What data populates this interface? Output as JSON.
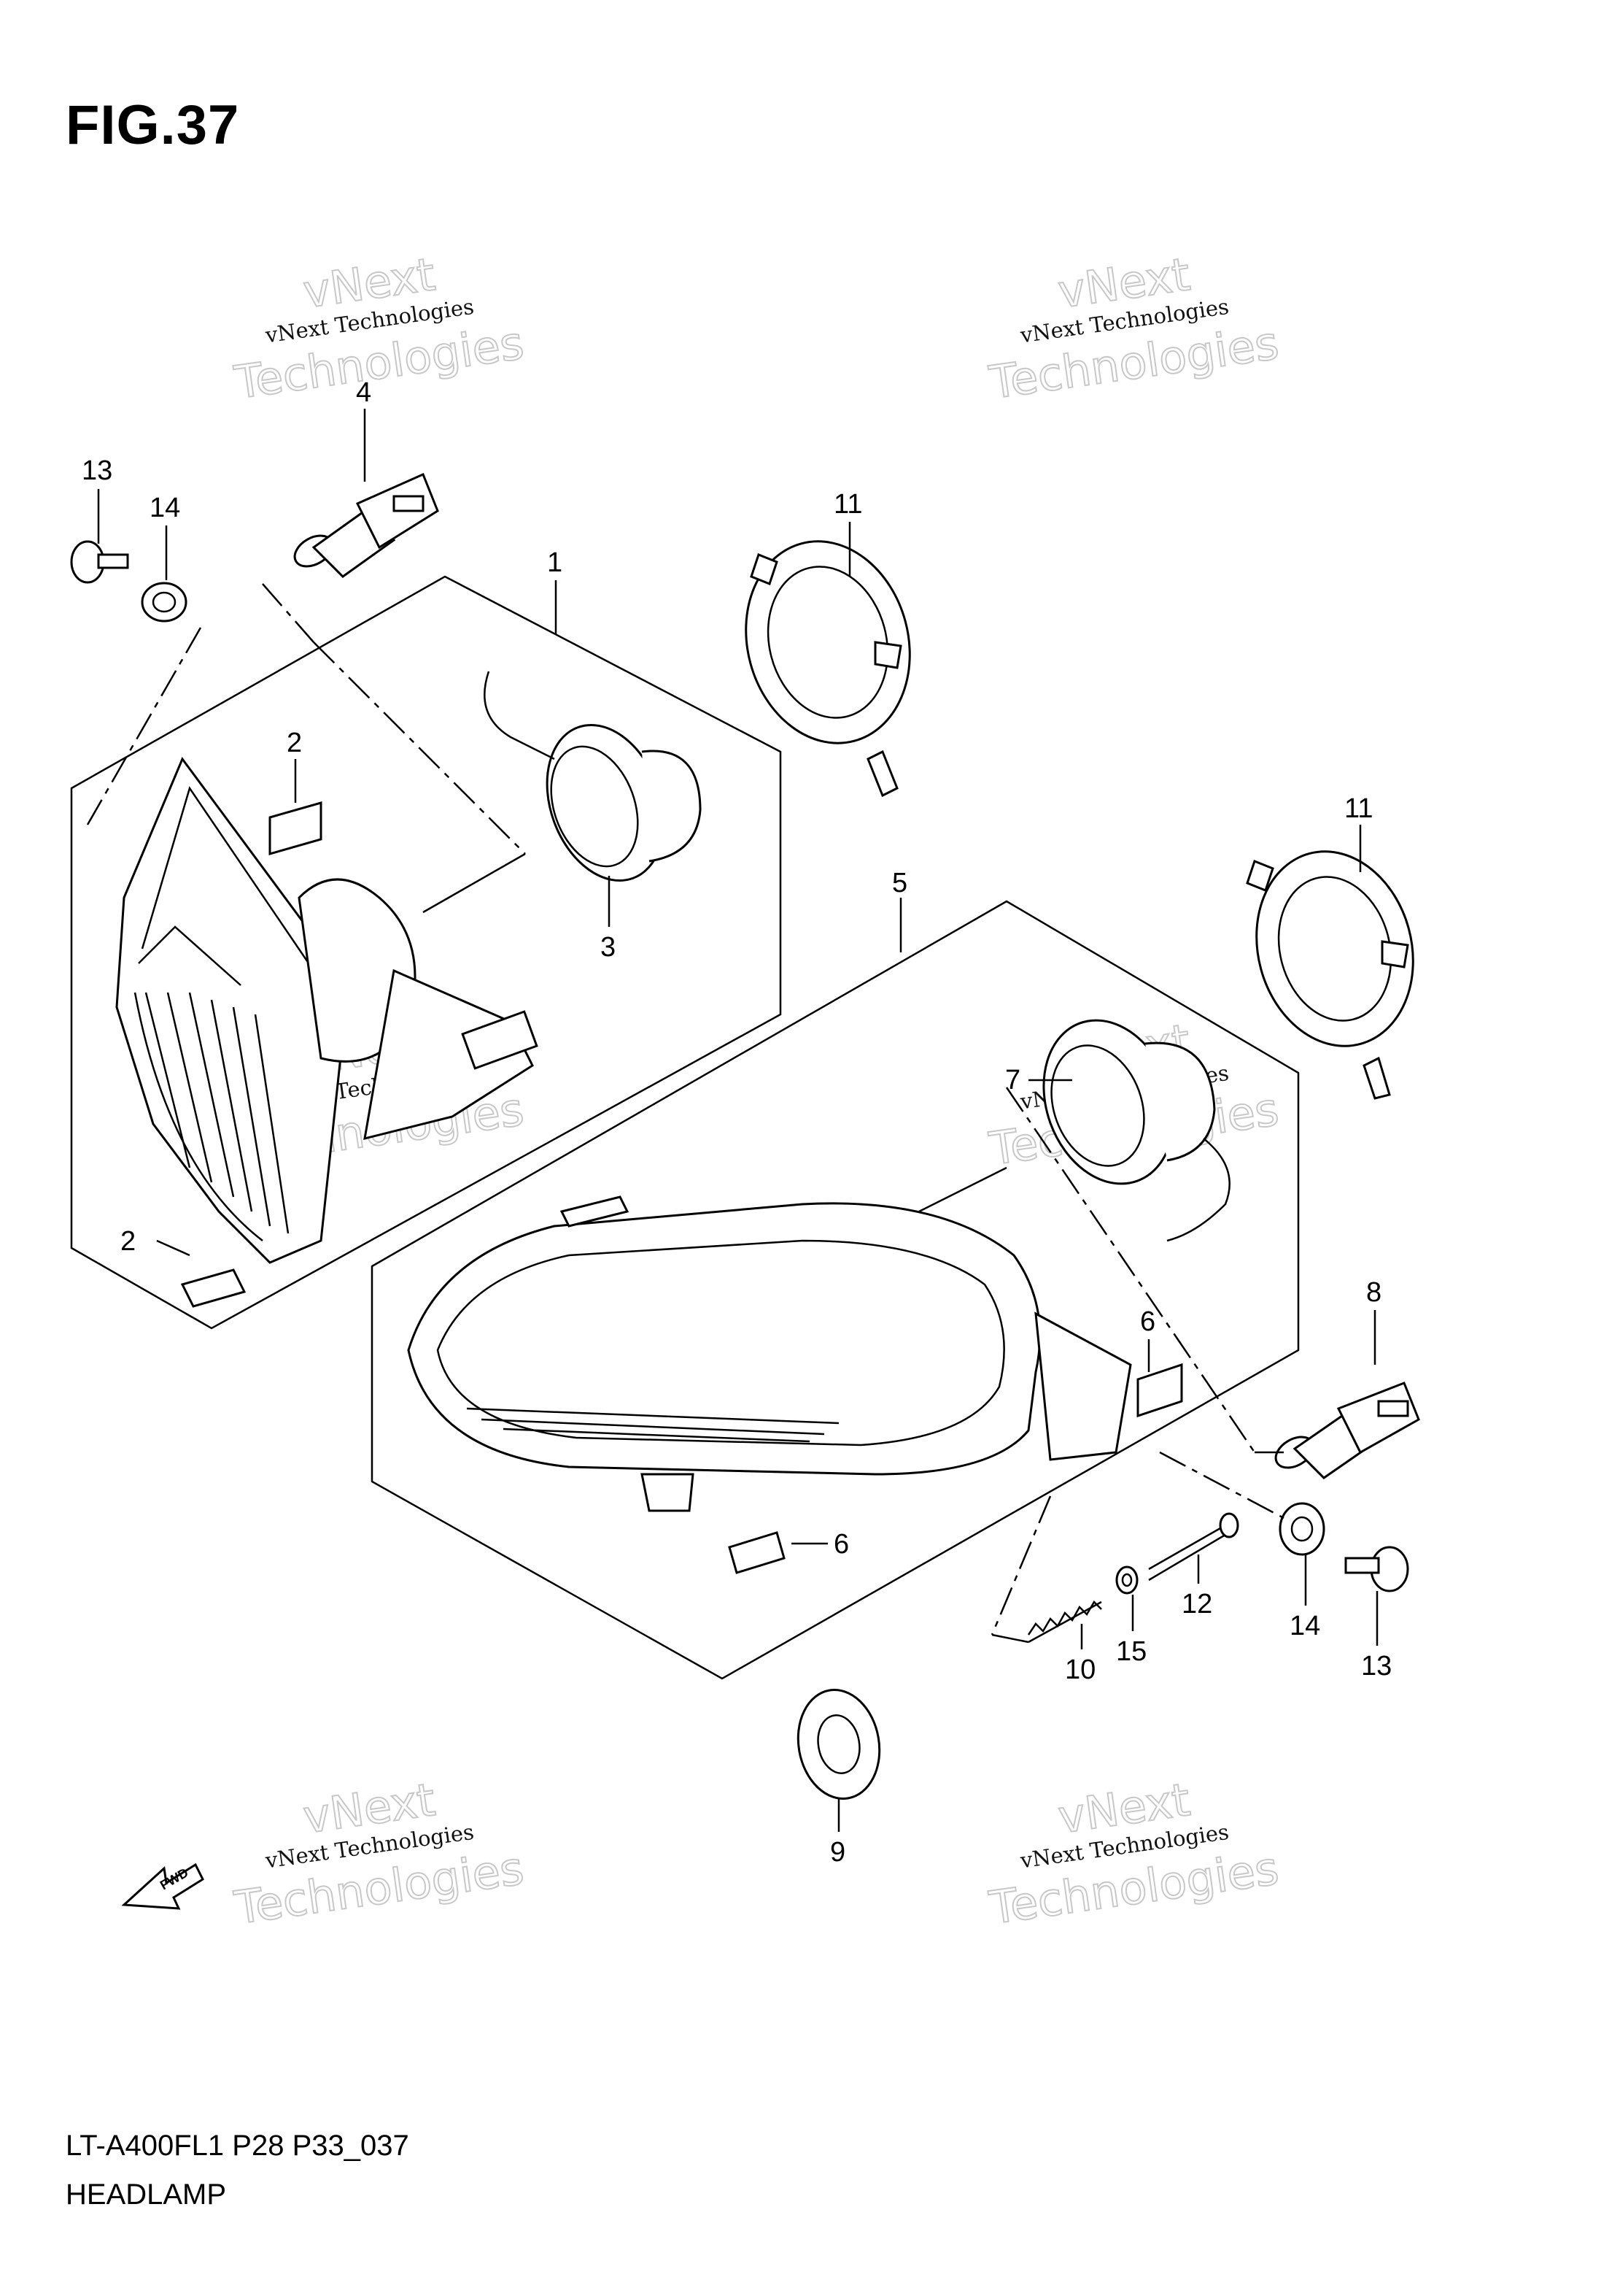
{
  "figure": {
    "title": "FIG.37",
    "model_code": "LT-A400FL1 P28 P33_037",
    "section_name": "HEADLAMP"
  },
  "callouts": [
    "1",
    "2",
    "2",
    "3",
    "4",
    "5",
    "6",
    "6",
    "7",
    "8",
    "9",
    "10",
    "11",
    "11",
    "12",
    "13",
    "13",
    "14",
    "14",
    "15"
  ],
  "watermark": {
    "line1": "vNext",
    "line2": "vNext Technologies",
    "line3": "Technologies"
  },
  "fwd_label": "FWD"
}
